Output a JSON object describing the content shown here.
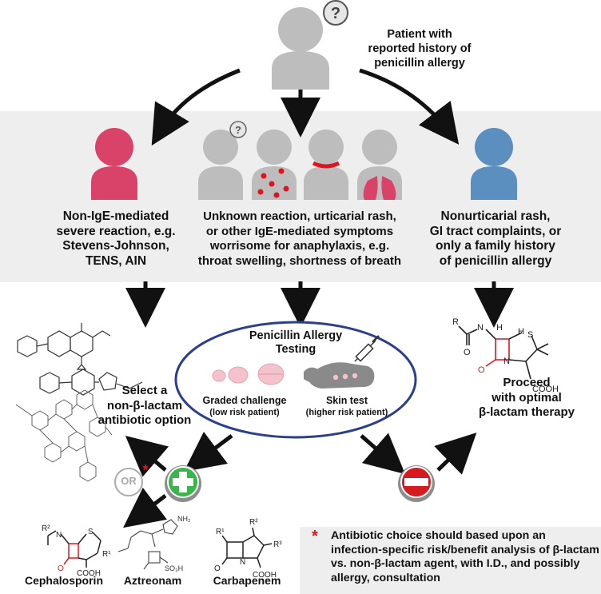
{
  "patient": {
    "label": "Patient with\nreported history of\npenicillin allergy",
    "icon": "question-mark"
  },
  "left_branch": {
    "text": "Non-IgE-mediated\nsevere reaction, e.g.\nStevens-Johnson,\nTENS, AIN",
    "color": "#d9436a"
  },
  "center_branch": {
    "text": "Unknown reaction, urticarial rash,\nor other IgE-mediated symptoms\nworrisome for anaphylaxis, e.g.\nthroat swelling, shortness of breath"
  },
  "right_branch": {
    "text": "Nonurticarial rash,\nGI tract complaints, or\nonly a family history\nof penicillin allergy",
    "color": "#5b8fbf"
  },
  "testing": {
    "title": "Penicillin Allergy\nTesting",
    "graded_challenge": "Graded challenge",
    "graded_challenge_sub": "(low risk patient)",
    "skin_test": "Skin test",
    "skin_test_sub": "(higher risk patient)"
  },
  "select_non_beta": "Select a\nnon-β-lactam\nantibiotic option",
  "proceed": "Proceed\nwith optimal\nβ-lactam therapy",
  "or_label": "OR",
  "or_star": "*",
  "positive_icon": "plus",
  "negative_icon": "minus",
  "structures": {
    "cephalosporin": "Cephalosporin",
    "aztreonam": "Aztreonam",
    "carbapenem": "Carbapenem",
    "penicillin_groups": {
      "R": "R",
      "H1": "H",
      "H2": "H",
      "N": "N",
      "S": "S",
      "O1": "O",
      "O2": "O",
      "COOH": "COOH"
    },
    "ceph_groups": {
      "R2": "R²",
      "R1": "R¹",
      "N": "N",
      "S": "S",
      "O": "O",
      "COOH": "COOH"
    },
    "carb_groups": {
      "R1": "R¹",
      "R2": "R²",
      "R3": "R³",
      "N": "N",
      "O": "O",
      "COOH": "COOH"
    },
    "azt_groups": {
      "NH2": "NH₂",
      "SO3H": "SO₃H"
    }
  },
  "footnote_star": "*",
  "footnote": "Antibiotic choice should based upon an infection-specific risk/benefit analysis of β-lactam vs. non-β-lactam agent,   with I.D., and possibly allergy, consultation",
  "colors": {
    "person_gray": "#bdbdbd",
    "red_accent": "#e0141e",
    "ellipse_border": "#2b3f8c",
    "plus_green": "#3ab54a",
    "minus_red": "#d71920"
  }
}
